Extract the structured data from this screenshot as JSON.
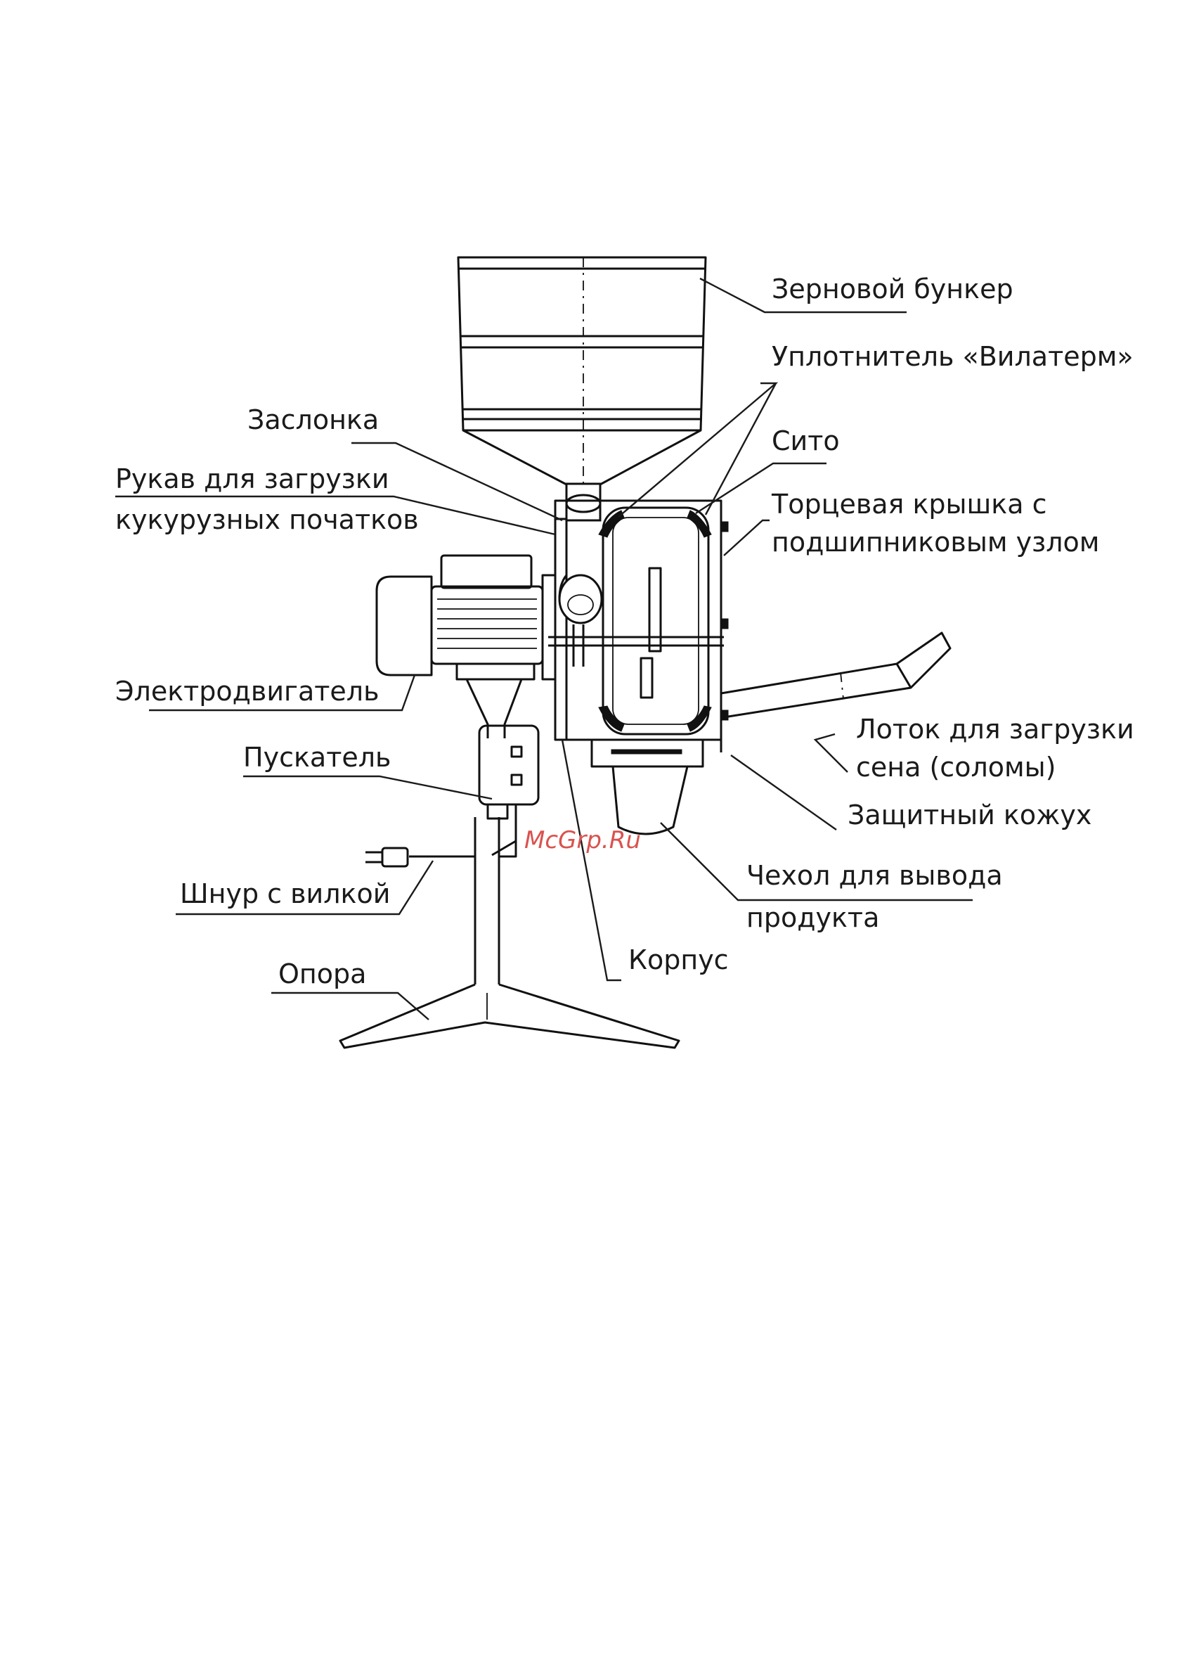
{
  "diagram": {
    "labels": {
      "hopper": "Зерновой бункер",
      "seal": "Уплотнитель «Вилатерм»",
      "damper": "Заслонка",
      "sieve": "Сито",
      "sleeve_line1": "Рукав для загрузки",
      "sleeve_line2": "кукурузных початков",
      "end_cover_line1": "Торцевая крышка с",
      "end_cover_line2": "подшипниковым узлом",
      "motor": "Электродвигатель",
      "tray_line1": "Лоток для загрузки",
      "tray_line2": "сена (соломы)",
      "starter": "Пускатель",
      "guard": "Защитный кожух",
      "cover_line1": "Чехол для вывода",
      "cover_line2": "продукта",
      "cord": "Шнур с вилкой",
      "body": "Корпус",
      "support": "Опора"
    },
    "watermark": "McGrp.Ru"
  }
}
